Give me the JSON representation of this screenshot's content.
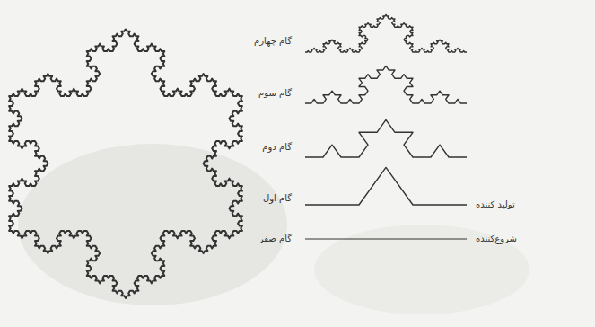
{
  "diagram": {
    "labels": [
      "گام چهارم",
      "گام سوم",
      "گام دوم",
      "تولید کننده",
      "گام اول",
      "شروع‌کننده",
      "گام صفر"
    ]
  }
}
